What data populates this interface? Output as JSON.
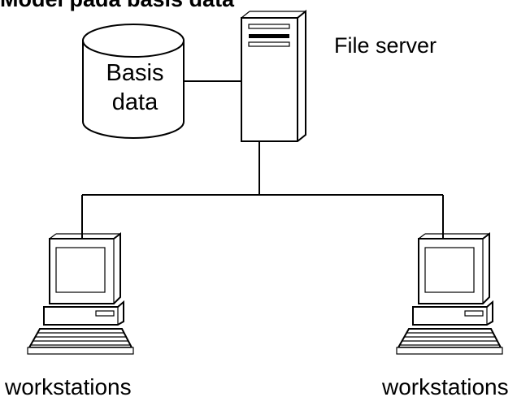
{
  "diagram": {
    "title": "Model pada basis data",
    "database_label_line1": "Basis",
    "database_label_line2": "data",
    "server_label": "File server",
    "workstation_left_label": "workstations",
    "workstation_right_label": "workstations"
  },
  "colors": {
    "line": "#000000",
    "background": "#ffffff"
  },
  "icons": [
    "database-cylinder-icon",
    "server-tower-icon",
    "workstation-computer-icon"
  ]
}
